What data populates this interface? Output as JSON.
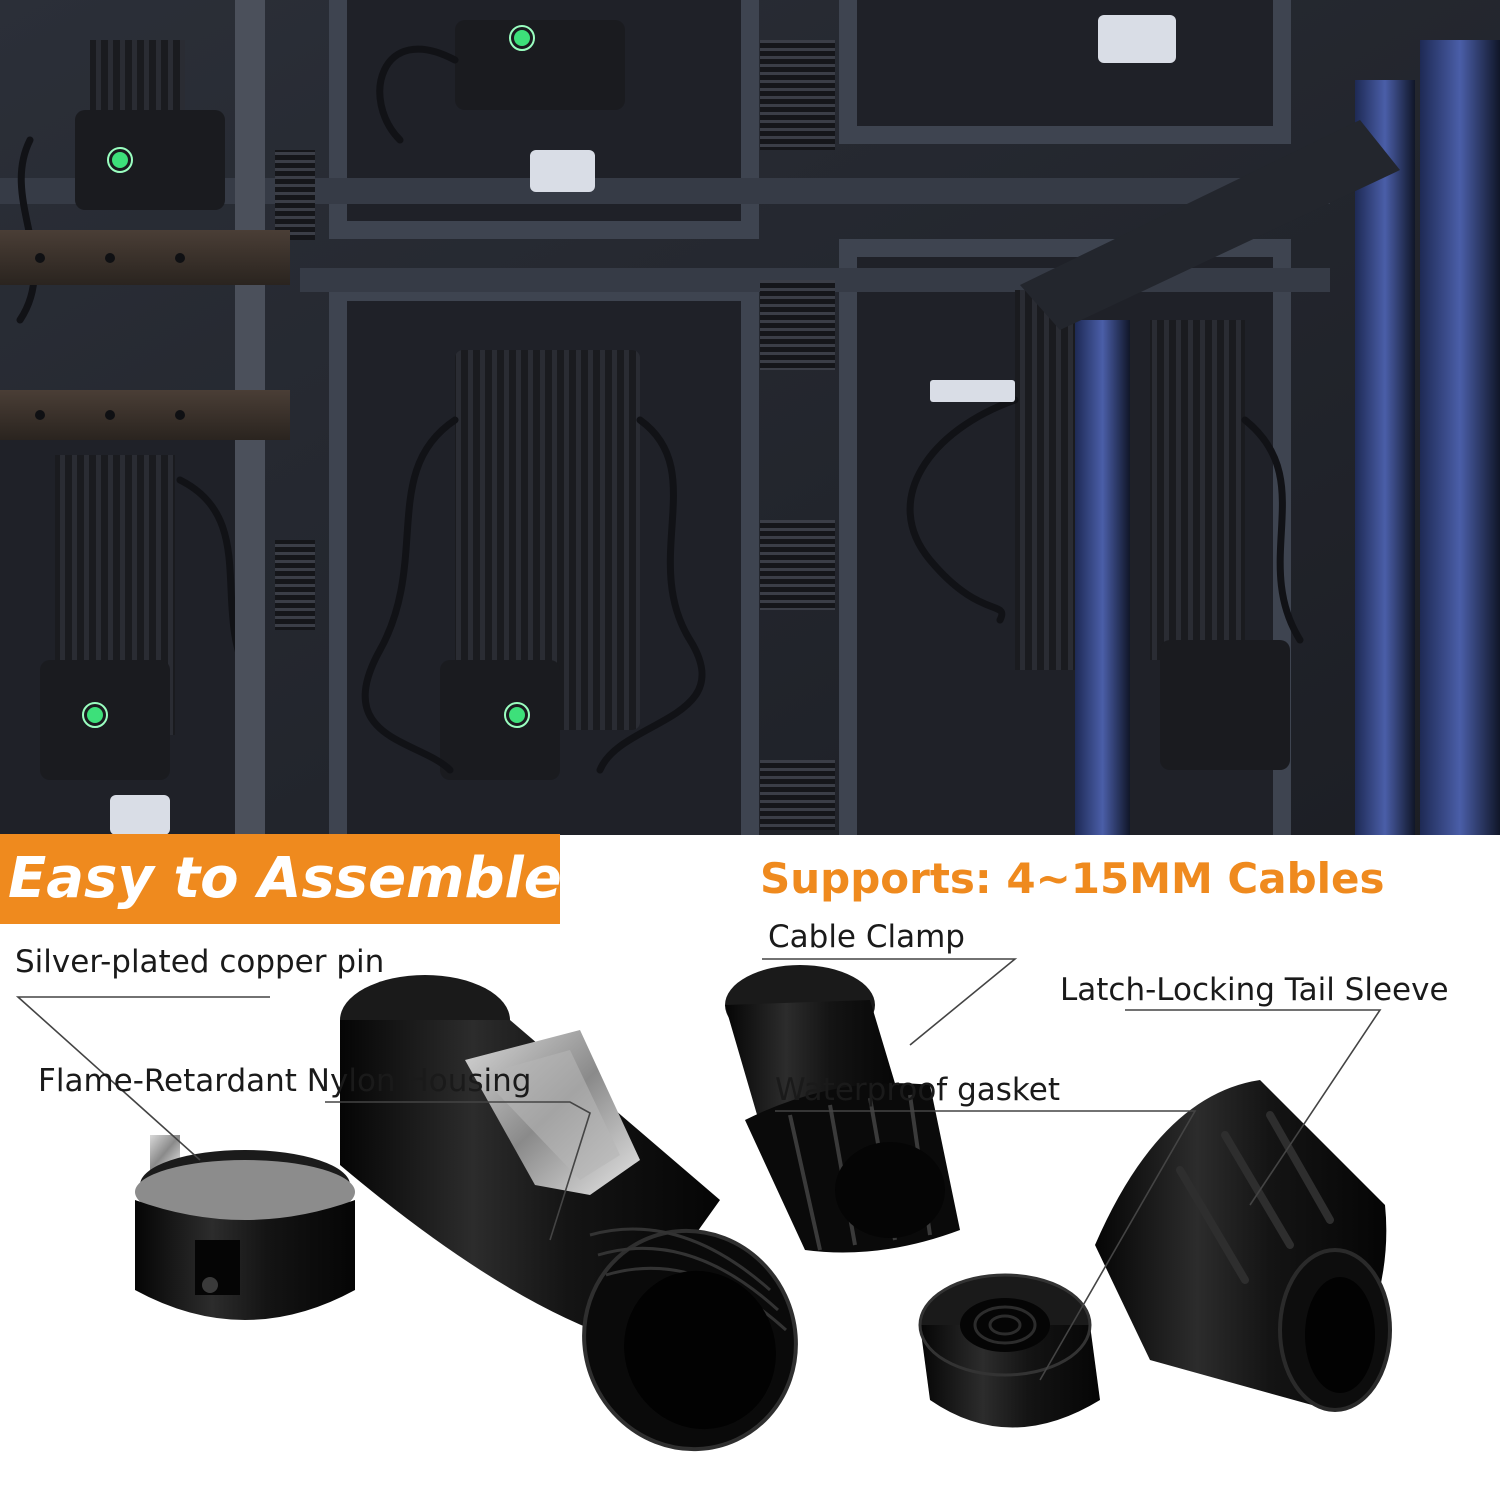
{
  "banner": {
    "title": "Easy to Assemble"
  },
  "support": {
    "text": "Supports: 4~15MM Cables"
  },
  "labels": {
    "pin": "Silver-plated copper pin",
    "clamp": "Cable Clamp",
    "sleeve": "Latch-Locking Tail Sleeve",
    "housing": "Flame-Retardant Nylon Housing",
    "gasket": "Waterproof gasket"
  },
  "colors": {
    "accent": "#ef8a1e",
    "frame": "#3a404c",
    "panel": "#1e2027",
    "led": "#3de07a",
    "part": "#121212"
  }
}
